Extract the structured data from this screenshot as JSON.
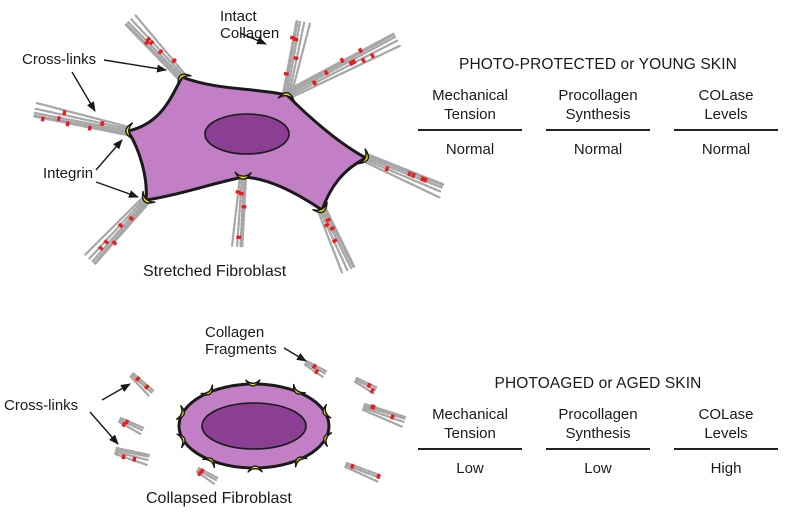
{
  "colors": {
    "cell_fill": "#c37fc6",
    "cell_stroke": "#1a1a1a",
    "nucleus_fill": "#8a3f93",
    "integrin": "#ffe800",
    "crosslink": "#e81d1d",
    "fiber": "#a7a7a7"
  },
  "icons": [
    "fibroblast-cell",
    "nucleus-ellipse",
    "integrin-cap",
    "collagen-fiber-bundle",
    "crosslink-bar",
    "pointer-arrow"
  ],
  "top": {
    "labels": {
      "intact_collagen": "Intact\nCollagen",
      "cross_links": "Cross-links",
      "integrin": "Integrin"
    },
    "caption": "Stretched Fibroblast",
    "panel": {
      "title": "PHOTO-PROTECTED or YOUNG SKIN",
      "columns": [
        {
          "heading": "Mechanical\nTension",
          "value": "Normal"
        },
        {
          "heading": "Procollagen\nSynthesis",
          "value": "Normal"
        },
        {
          "heading": "COLase\nLevels",
          "value": "Normal"
        }
      ]
    }
  },
  "bottom": {
    "labels": {
      "collagen_fragments": "Collagen\nFragments",
      "cross_links": "Cross-links"
    },
    "caption": "Collapsed Fibroblast",
    "panel": {
      "title": "PHOTOAGED or AGED SKIN",
      "columns": [
        {
          "heading": "Mechanical\nTension",
          "value": "Low"
        },
        {
          "heading": "Procollagen\nSynthesis",
          "value": "Low"
        },
        {
          "heading": "COLase\nLevels",
          "value": "High"
        }
      ]
    }
  }
}
